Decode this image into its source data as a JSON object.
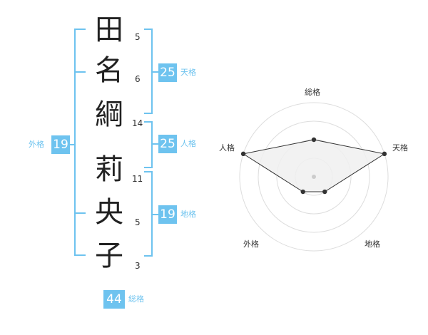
{
  "name": {
    "characters": [
      {
        "char": "田",
        "strokes": "5"
      },
      {
        "char": "名",
        "strokes": "6"
      },
      {
        "char": "綱",
        "strokes": "14"
      },
      {
        "char": "莉",
        "strokes": "11"
      },
      {
        "char": "央",
        "strokes": "5"
      },
      {
        "char": "子",
        "strokes": "3"
      }
    ]
  },
  "kaku": {
    "tenkaku": {
      "value": "25",
      "label": "天格"
    },
    "jinkaku": {
      "value": "25",
      "label": "人格"
    },
    "chikaku": {
      "value": "19",
      "label": "地格"
    },
    "gaikaku": {
      "value": "19",
      "label": "外格"
    },
    "soukaku": {
      "value": "44",
      "label": "総格"
    }
  },
  "radar": {
    "axes": [
      "総格",
      "天格",
      "地格",
      "外格",
      "人格"
    ],
    "values": [
      2,
      4,
      1,
      1,
      4
    ],
    "max": 4,
    "colors": {
      "fill": "#f0f0f0",
      "line": "#333333",
      "grid": "#dddddd",
      "point": "#333333",
      "center": "#cccccc"
    }
  },
  "colors": {
    "accent": "#6ec3ef"
  }
}
